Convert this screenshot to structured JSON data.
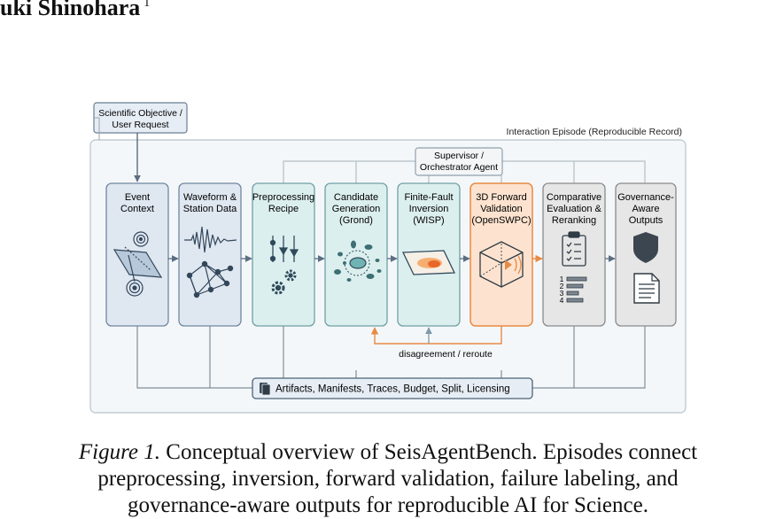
{
  "header": {
    "author_name": "uki Shinohara",
    "affiliation_mark": "1"
  },
  "figure": {
    "objective_box": {
      "line1": "Scientific Objective /",
      "line2": "User Request"
    },
    "episode_label": "Interaction Episode (Reproducible Record)",
    "supervisor": {
      "line1": "Supervisor /",
      "line2": "Orchestrator Agent"
    },
    "stages": [
      {
        "lines": [
          "Event",
          "Context"
        ],
        "icon": "seismic-event-icon"
      },
      {
        "lines": [
          "Waveform &",
          "Station Data"
        ],
        "icon": "waveform-network-icon"
      },
      {
        "lines": [
          "Preprocessing",
          "Recipe"
        ],
        "icon": "filter-gears-icon"
      },
      {
        "lines": [
          "Candidate",
          "Generation",
          "(Grond)"
        ],
        "icon": "candidate-cluster-icon"
      },
      {
        "lines": [
          "Finite-Fault",
          "Inversion",
          "(WISP)"
        ],
        "icon": "fault-plane-icon"
      },
      {
        "lines": [
          "3D Forward",
          "Validation",
          "(OpenSWPC)"
        ],
        "icon": "cube-wave-icon"
      },
      {
        "lines": [
          "Comparative",
          "Evaluation &",
          "Reranking"
        ],
        "icon": "clipboard-ranking-icon"
      },
      {
        "lines": [
          "Governance-",
          "Aware",
          "Outputs"
        ],
        "icon": "shield-document-icon"
      }
    ],
    "ranking_numbers": [
      "1",
      "2",
      "3",
      "4"
    ],
    "feedback_label": "disagreement / reroute",
    "artifacts_label": "Artifacts, Manifests, Traces, Budget, Split, Licensing",
    "colors": {
      "stage_blue": "#dfe7f1",
      "stage_teal": "#dcefef",
      "stage_orange": "#fde3cf",
      "stage_gray": "#e6e6e6",
      "accent_orange": "#e88a44",
      "line_gray": "#9aa7b3"
    }
  },
  "caption": {
    "label": "Figure 1.",
    "text": "Conceptual overview of SeisAgentBench. Episodes connect preprocessing, inversion, forward validation, failure labeling, and governance-aware outputs for reproducible AI for Science."
  }
}
